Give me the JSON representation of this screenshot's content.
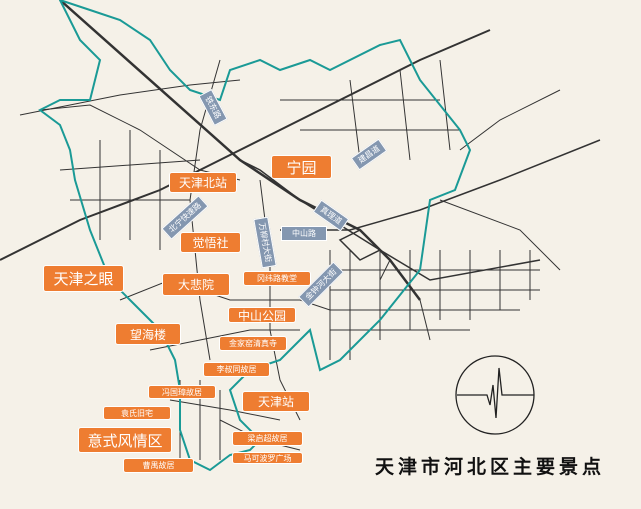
{
  "title": "天津市河北区主要景点",
  "logo_icon": "pulse-circle-icon",
  "colors": {
    "background": "#f5f1e8",
    "poi": "#ee7d31",
    "road_label": "#8497b0",
    "boundary": "#1a9a96",
    "road": "#333333"
  },
  "pois": [
    {
      "name": "宁园"
    },
    {
      "name": "天津北站"
    },
    {
      "name": "觉悟社"
    },
    {
      "name": "天津之眼"
    },
    {
      "name": "大悲院"
    },
    {
      "name": "冈纬路教堂"
    },
    {
      "name": "中山公园"
    },
    {
      "name": "望海楼"
    },
    {
      "name": "金家窑清真寺"
    },
    {
      "name": "李叔同故居"
    },
    {
      "name": "冯国璋故居"
    },
    {
      "name": "天津站"
    },
    {
      "name": "袁氏旧宅"
    },
    {
      "name": "意式风情区"
    },
    {
      "name": "梁启超故居"
    },
    {
      "name": "马可波罗广场"
    },
    {
      "name": "曹禺故居"
    }
  ],
  "roads": [
    {
      "name": "铁东路"
    },
    {
      "name": "北宁快速路"
    },
    {
      "name": "万柳村大街"
    },
    {
      "name": "中山路"
    },
    {
      "name": "建昌道"
    },
    {
      "name": "真理道"
    },
    {
      "name": "金钟河大街"
    }
  ]
}
